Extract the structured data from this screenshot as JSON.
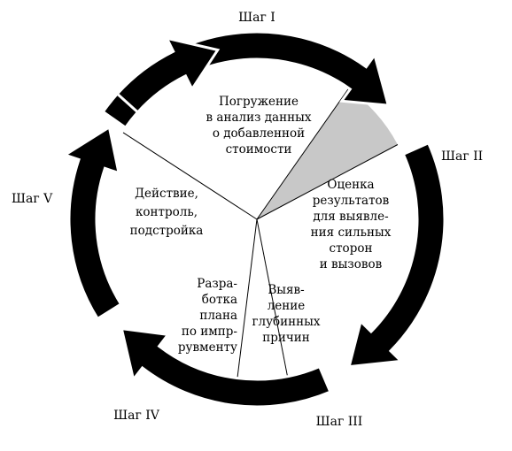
{
  "colors": {
    "arrow": "#000000",
    "highlight": "#c8c8c8",
    "background": "#ffffff",
    "line": "#000000"
  },
  "steps": [
    {
      "label": "Шаг I"
    },
    {
      "label": "Шаг II"
    },
    {
      "label": "Шаг III"
    },
    {
      "label": "Шаг IV"
    },
    {
      "label": "Шаг V"
    }
  ],
  "sectors": [
    {
      "lines": [
        "Погружение",
        "в анализ данных",
        "о добавленной",
        "стоимости"
      ],
      "highlighted": false
    },
    {
      "lines": [
        "Оценка",
        "результатов",
        "для выявле-",
        "ния сильных",
        "сторон",
        "и вызовов"
      ],
      "highlighted": false
    },
    {
      "lines": [
        "Выяв-",
        "ление",
        "глубинных",
        "причин"
      ],
      "highlighted": false
    },
    {
      "lines": [
        "Разра-",
        "ботка",
        "плана",
        "по импр-",
        "рувменту"
      ],
      "highlighted": false
    },
    {
      "lines": [
        "Действие,",
        "контроль,",
        "подстройка"
      ],
      "highlighted": true
    }
  ]
}
